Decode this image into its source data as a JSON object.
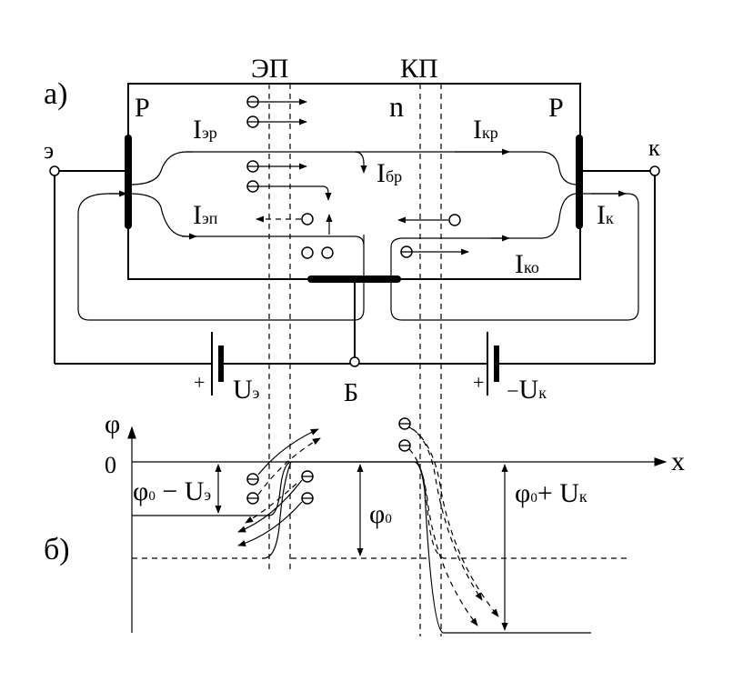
{
  "part_a": {
    "label": "а)",
    "junctions": {
      "emitter": "ЭП",
      "collector": "КП"
    },
    "regions": {
      "left": "P",
      "middle": "n",
      "right": "P"
    },
    "terminals": {
      "emitter": "э",
      "collector": "к",
      "base": "Б"
    },
    "currents": {
      "emitter_p": {
        "main": "I",
        "sub": "эр"
      },
      "emitter_n": {
        "main": "I",
        "sub": "эп"
      },
      "base_r": {
        "main": "I",
        "sub": "бр"
      },
      "collector_p": {
        "main": "I",
        "sub": "кр"
      },
      "collector": {
        "main": "I",
        "sub": "к"
      },
      "collector_0": {
        "main": "I",
        "sub": "ко"
      }
    },
    "batteries": {
      "emitter": {
        "plus": "+",
        "main": "U",
        "sub": "э"
      },
      "collector": {
        "plus": "+",
        "minus": "−",
        "main": "U",
        "sub": "к"
      }
    }
  },
  "part_b": {
    "label": "б)",
    "axis": {
      "y": "φ",
      "x": "x",
      "zero": "0"
    },
    "levels": {
      "emitter": {
        "phi": "φ",
        "sub": "0",
        "rest": " − U",
        "rest_sub": "э"
      },
      "base": {
        "phi": "φ",
        "sub": "0"
      },
      "collector": {
        "phi": "φ",
        "sub": "0",
        "rest": "+ U",
        "rest_sub": "к"
      }
    }
  }
}
